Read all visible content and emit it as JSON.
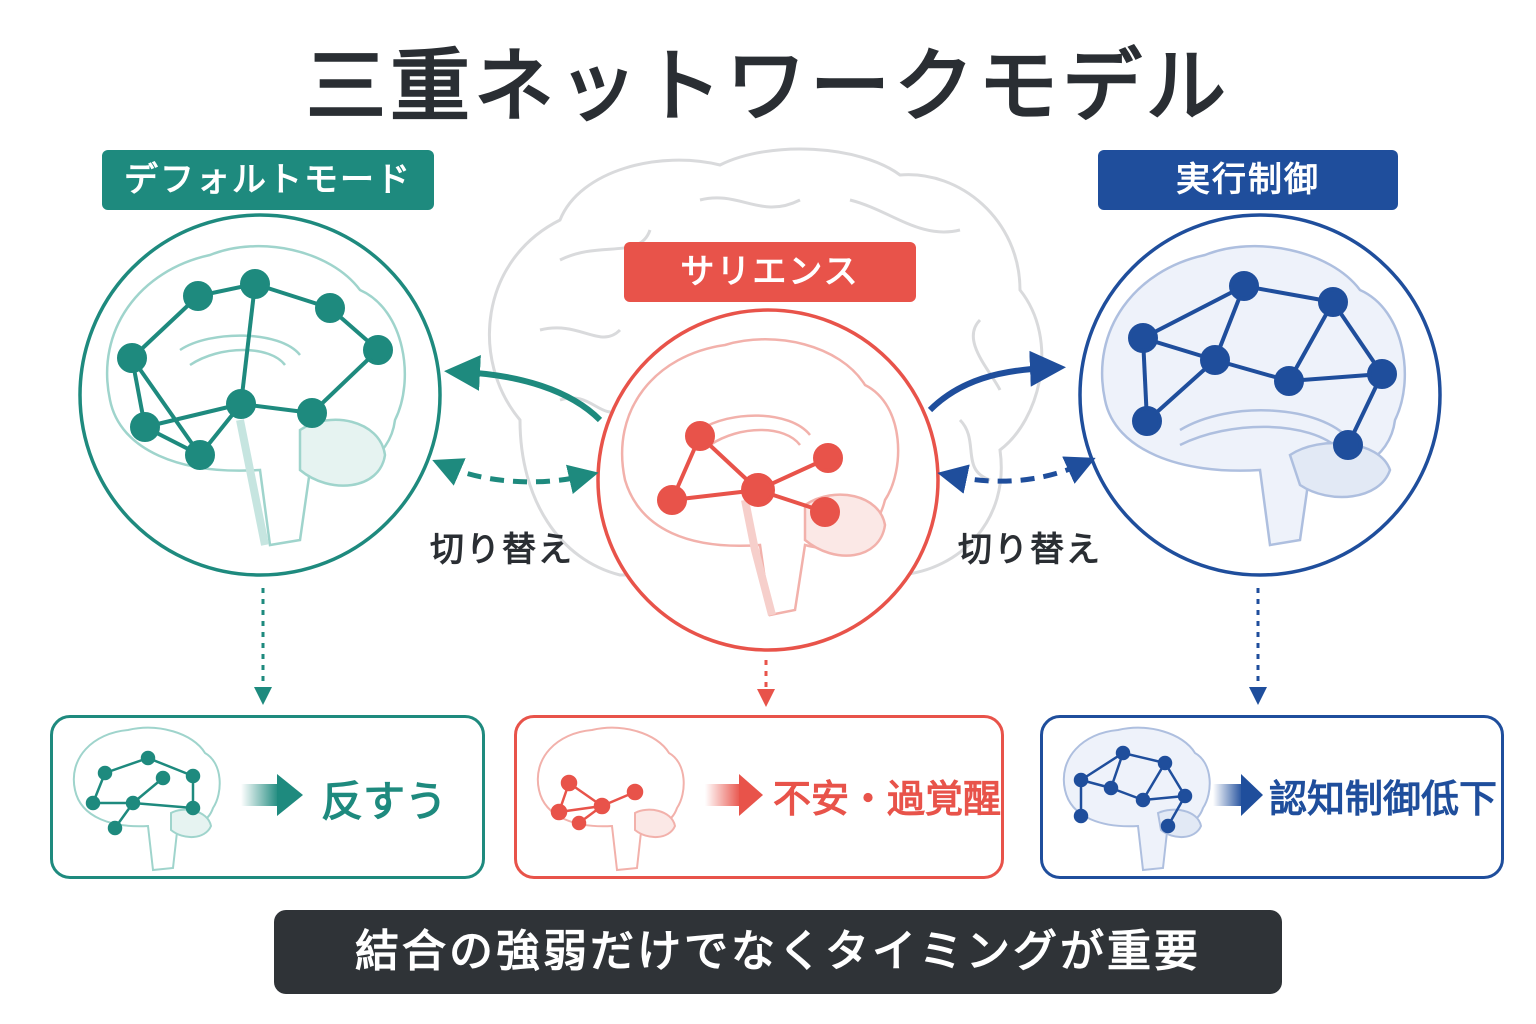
{
  "title": "三重ネットワークモデル",
  "networks": {
    "dmn": {
      "label": "デフォルトモード",
      "color": "#1e8a7e",
      "outcome": "反すう"
    },
    "salience": {
      "label": "サリエンス",
      "color": "#e8534a",
      "outcome": "不安・過覚醒"
    },
    "ecn": {
      "label": "実行制御",
      "color": "#1f4e9c",
      "outcome": "認知制御低下"
    }
  },
  "switch_labels": {
    "left": "切り替え",
    "right": "切り替え"
  },
  "footer": "結合の強弱だけでなくタイミングが重要"
}
